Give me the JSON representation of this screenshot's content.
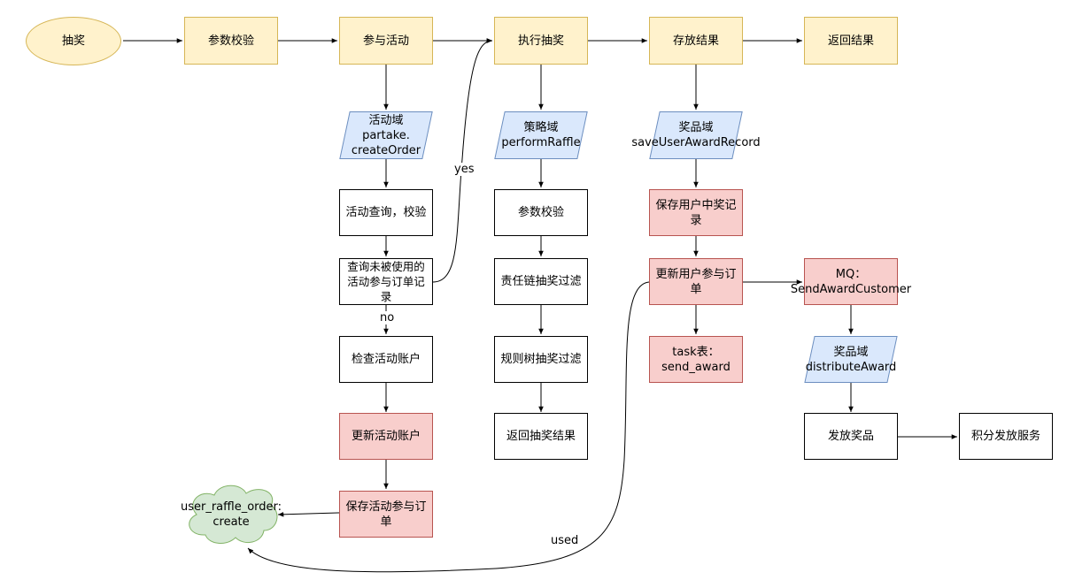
{
  "nodes": {
    "start": "抽奖",
    "validate": "参数校验",
    "partake": "参与活动",
    "execute": "执行抽奖",
    "store": "存放结果",
    "return_result": "返回结果",
    "activity_domain": "活动域\npartake.\ncreateOrder",
    "activity_query": "活动查询，校验",
    "query_unused": "查询未被使用的\n活动参与订单记\n录",
    "check_account": "检查活动账户",
    "update_account": "更新活动账户",
    "save_order": "保存活动参与订\n单",
    "raffle_order_store": "user_raffle_order:\ncreate",
    "strategy_domain": "策略域\nperformRaffle",
    "strategy_validate": "参数校验",
    "chain_filter": "责任链抽奖过滤",
    "tree_filter": "规则树抽奖过滤",
    "return_raffle": "返回抽奖结果",
    "award_domain_save": "奖品域\nsaveUserAwardRecord",
    "save_award_record": "保存用户中奖记\n录",
    "update_order": "更新用户参与订\n单",
    "task_table": "task表：\nsend_award",
    "mq": "MQ：\nSendAwardCustomer",
    "award_domain_distribute": "奖品域\ndistributeAward",
    "issue_award": "发放奖品",
    "points_service": "积分发放服务"
  },
  "edge_labels": {
    "yes": "yes",
    "no": "no",
    "used": "used"
  },
  "colors": {
    "yellow_fill": "#fff2cc",
    "yellow_stroke": "#d6b656",
    "red_fill": "#f8cecc",
    "red_stroke": "#b85450",
    "blue_fill": "#dae8fc",
    "blue_stroke": "#6c8ebf",
    "green_fill": "#d5e8d4",
    "green_stroke": "#82b366"
  }
}
